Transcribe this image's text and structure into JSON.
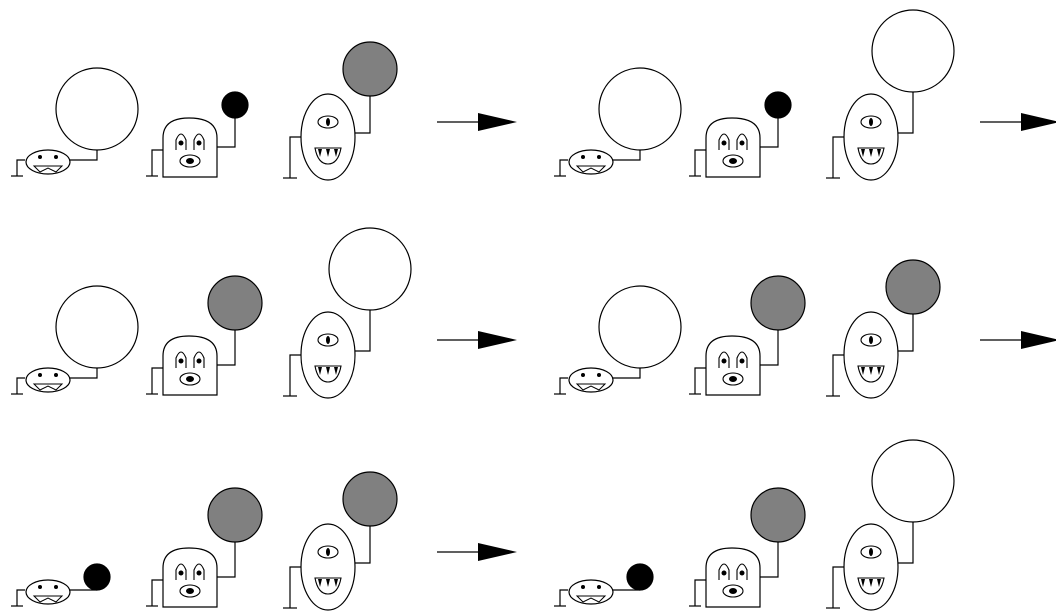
{
  "colors": {
    "stroke": "#000000",
    "background": "#ffffff",
    "balloon_white": "#ffffff",
    "balloon_gray": "#808080",
    "balloon_black": "#000000"
  },
  "creature_types": [
    "flat-oval-creature",
    "box-creature",
    "cyclops-creature"
  ],
  "panels": [
    {
      "balloons": [
        {
          "size": "large",
          "color": "white"
        },
        {
          "size": "small",
          "color": "black"
        },
        {
          "size": "medium",
          "color": "gray"
        }
      ],
      "arrow_after": true
    },
    {
      "balloons": [
        {
          "size": "large",
          "color": "white"
        },
        {
          "size": "small",
          "color": "black"
        },
        {
          "size": "large",
          "color": "white"
        }
      ],
      "arrow_after": true
    },
    {
      "balloons": [
        {
          "size": "large",
          "color": "white"
        },
        {
          "size": "medium",
          "color": "gray"
        },
        {
          "size": "large",
          "color": "white"
        }
      ],
      "arrow_after": true
    },
    {
      "balloons": [
        {
          "size": "large",
          "color": "white"
        },
        {
          "size": "medium",
          "color": "gray"
        },
        {
          "size": "medium",
          "color": "gray"
        }
      ],
      "arrow_after": true
    },
    {
      "balloons": [
        {
          "size": "small",
          "color": "black"
        },
        {
          "size": "medium",
          "color": "gray"
        },
        {
          "size": "medium",
          "color": "gray"
        }
      ],
      "arrow_after": true
    },
    {
      "balloons": [
        {
          "size": "small",
          "color": "black"
        },
        {
          "size": "medium",
          "color": "gray"
        },
        {
          "size": "large",
          "color": "white"
        }
      ],
      "arrow_after": false
    }
  ]
}
